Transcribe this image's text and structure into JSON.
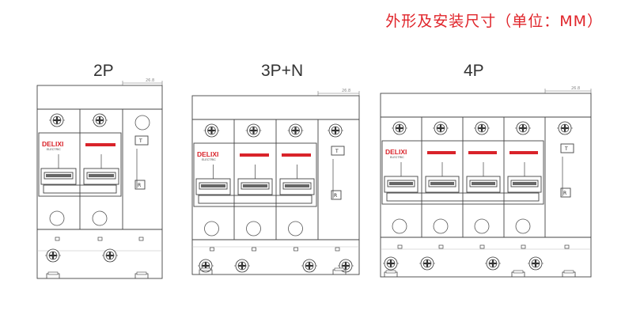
{
  "title": "外形及安装尺寸（单位：MM）",
  "brand": {
    "logo": "DELIXI",
    "sub": "ELECTRIC",
    "accent": "#d9232a"
  },
  "breakers": [
    {
      "label": "2P",
      "poles": 2,
      "dimension": "26.8",
      "indicator_top": "T",
      "indicator_bottom": "R"
    },
    {
      "label": "3P+N",
      "poles": 3,
      "dimension": "26.8",
      "indicator_top": "T",
      "indicator_bottom": "R"
    },
    {
      "label": "4P",
      "poles": 4,
      "dimension": "26.8",
      "indicator_top": "T",
      "indicator_bottom": "R"
    }
  ]
}
